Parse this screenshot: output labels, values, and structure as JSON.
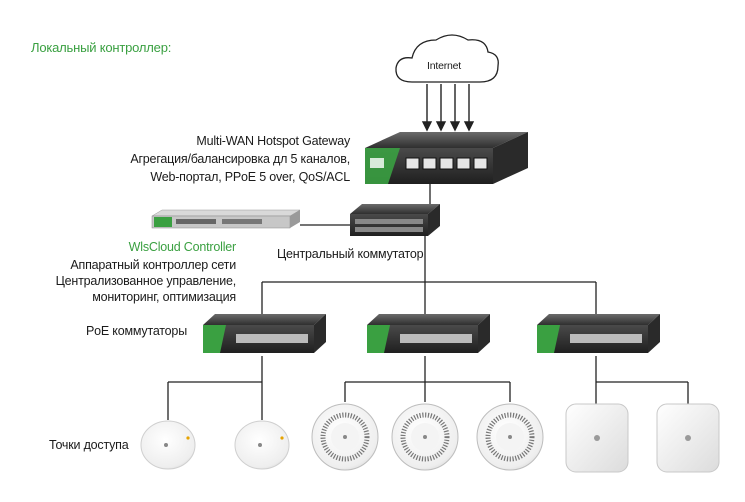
{
  "title": "Локальный контроллер:",
  "cloud": {
    "label": "Internet"
  },
  "gateway": {
    "name": "Multi-WAN Hotspot Gateway",
    "desc1": "Агрегация/балансировка дл 5 каналов,",
    "desc2": "Web-портал, PPoE 5 over, QoS/ACL"
  },
  "controller": {
    "name": "WlsCloud Controller",
    "desc1": "Аппаратный контроллер сети",
    "desc2": "Централизованное управление,",
    "desc3": "мониторинг, оптимизация"
  },
  "central_switch": {
    "label": "Центральный коммутатор"
  },
  "poe_switches": {
    "label": "PoE коммутаторы"
  },
  "access_points": {
    "label": "Точки доступа"
  },
  "colors": {
    "brand_green": "#3aa041",
    "line": "#222222",
    "device_body": "#3c3c3c"
  }
}
